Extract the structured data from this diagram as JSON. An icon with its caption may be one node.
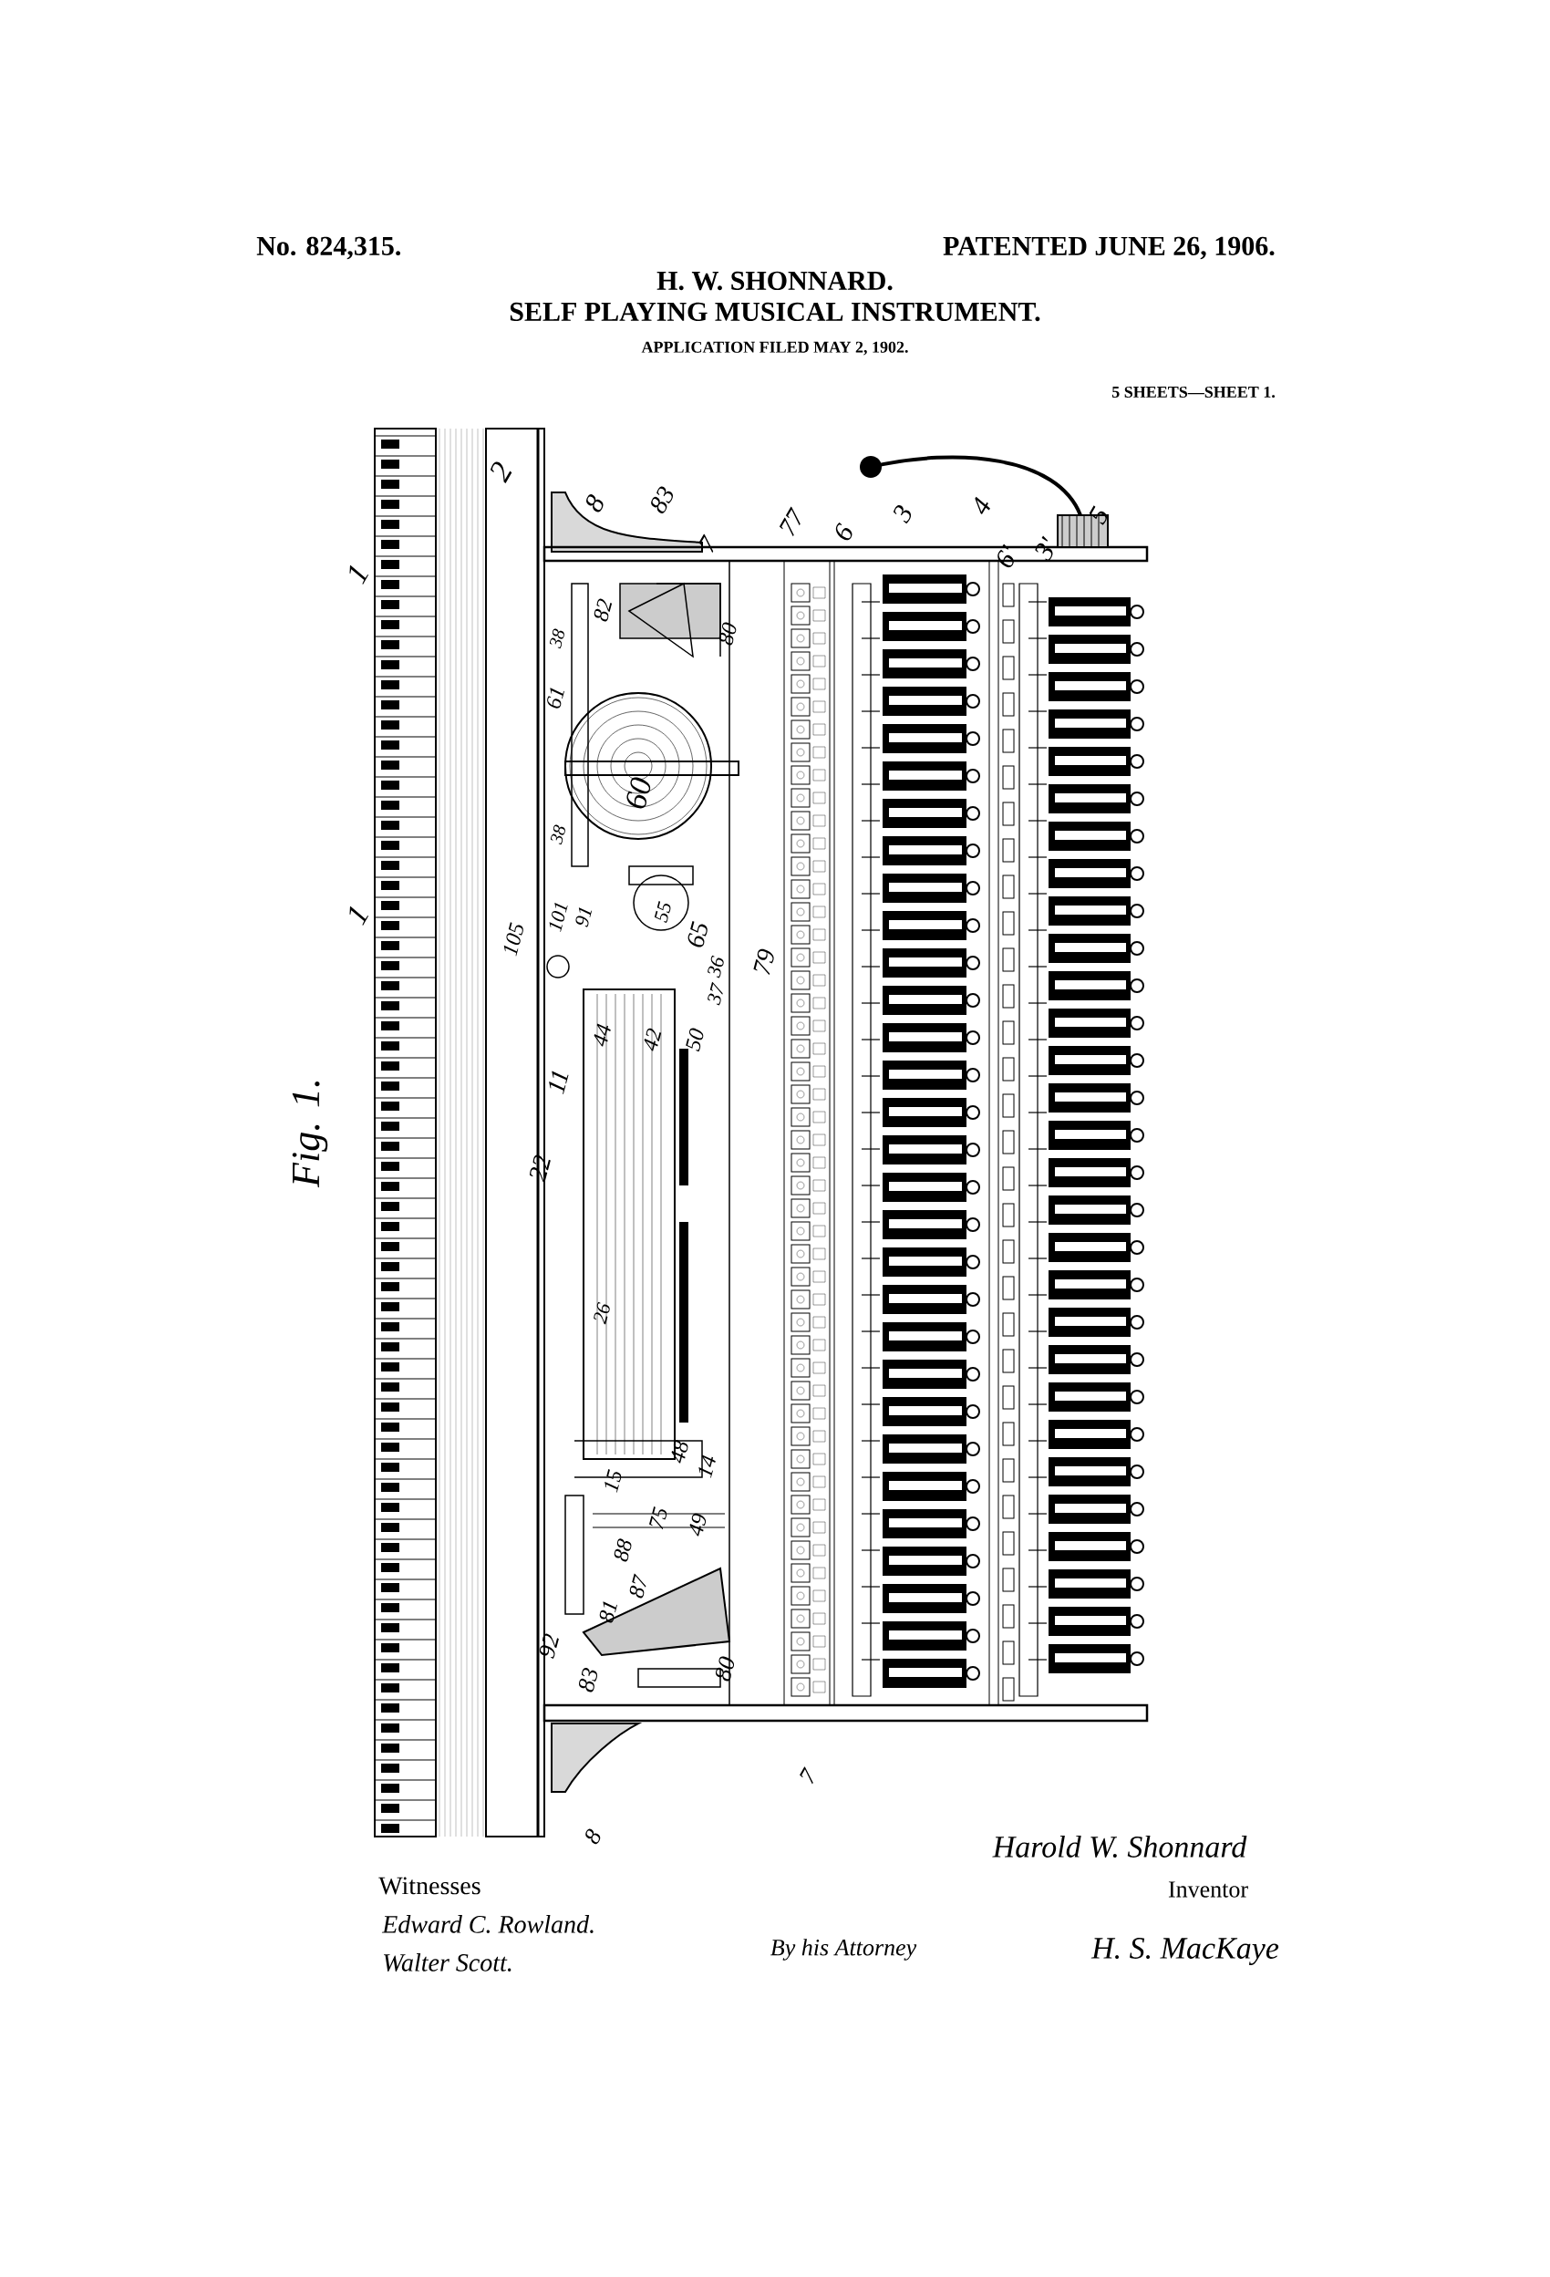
{
  "diagram": {
    "title": "SELF PLAYING MUSICAL INSTRUMENT.",
    "labels": [
      "No. 824,315.",
      "PATENTED JUNE 26, 1906.",
      "H. W. SHONNARD.",
      "APPLICATION FILED MAY 2, 1902.",
      "5 SHEETS—SHEET 1.",
      "1",
      "2",
      "8",
      "83",
      "7",
      "77",
      "6",
      "3",
      "4",
      "6'",
      "3'",
      "5",
      "82",
      "80",
      "61",
      "38",
      "60",
      "38",
      "1",
      "105",
      "101",
      "91",
      "55",
      "65",
      "36",
      "37",
      "79",
      "44",
      "42",
      "50",
      "11",
      "Fig. 1.",
      "22",
      "26",
      "48",
      "14",
      "15",
      "75",
      "49",
      "88",
      "87",
      "81",
      "92",
      "83",
      "80",
      "7",
      "8",
      "Harold W. Shonnard",
      "Witnesses",
      "Inventor",
      "Edward C. Rowland.",
      "By his Attorney",
      "H. S. MacKaye",
      "Walter Scott."
    ]
  }
}
